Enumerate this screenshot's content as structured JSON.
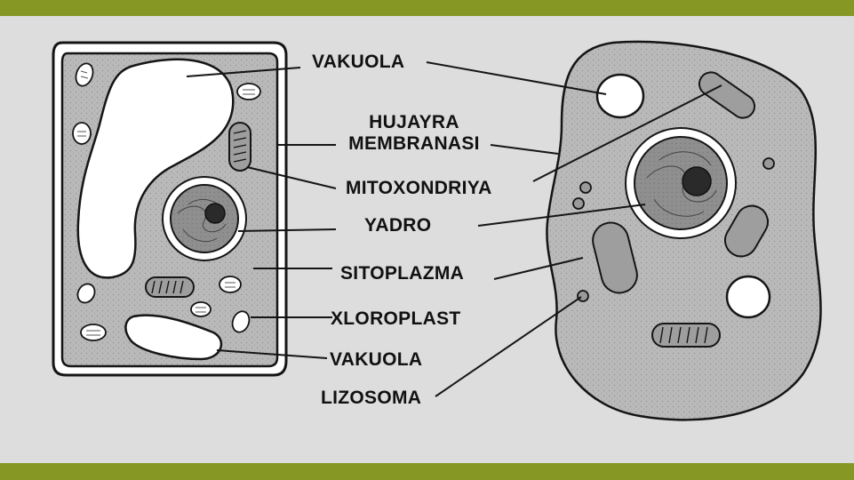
{
  "colors": {
    "band": "#869724",
    "background": "#dddddd",
    "cytoplasm": "#b8b8b8",
    "nucleus": "#8e8e8e",
    "line": "#151515"
  },
  "labels": {
    "vakuola_top": "VAKUOLA",
    "hujayra_line1": "HUJAYRA",
    "hujayra_line2": "MEMBRANASI",
    "mitoxondriya": "MITOXONDRIYA",
    "yadro": "YADRO",
    "sitoplazma": "SITOPLAZMA",
    "xloroplast": "XLOROPLAST",
    "vakuola_bottom": "VAKUOLA",
    "lizosoma": "LIZOSOMA"
  }
}
